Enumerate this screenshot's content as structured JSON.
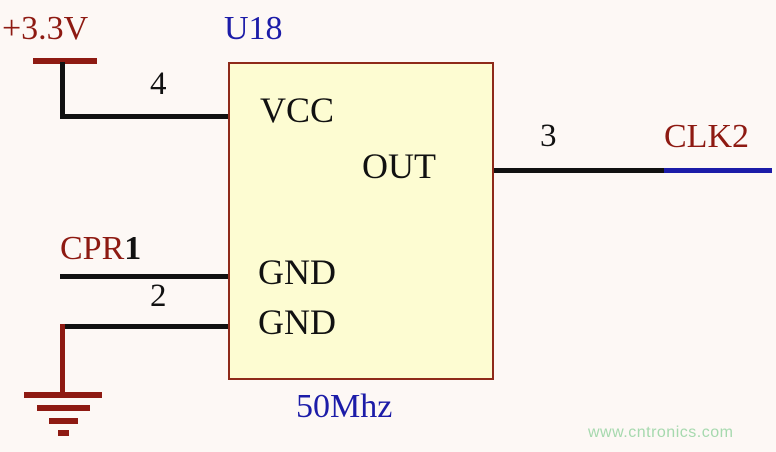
{
  "schematic": {
    "component": {
      "designator": "U18",
      "value": "50Mhz",
      "pin_names": {
        "vcc": "VCC",
        "out": "OUT",
        "gnd_a": "GND",
        "gnd_b": "GND"
      },
      "pin_numbers": {
        "vcc": "4",
        "out": "3",
        "gnd_a": "1",
        "gnd_b": "2"
      }
    },
    "net_labels": {
      "power": "+3.3V",
      "input": "CPR",
      "output": "CLK2"
    },
    "watermark": "www.cntronics.com",
    "colors": {
      "net_label_text": "#8e1a12",
      "designator_text": "#1c1ca8",
      "wire": "#111111",
      "output_net_wire": "#1c1ca8",
      "body_fill": "#fdfcd2",
      "body_border": "#8e2a1a",
      "ground_symbol": "#8e1a12",
      "watermark_text": "#a6d9ae",
      "background": "#fdf8f5"
    }
  }
}
